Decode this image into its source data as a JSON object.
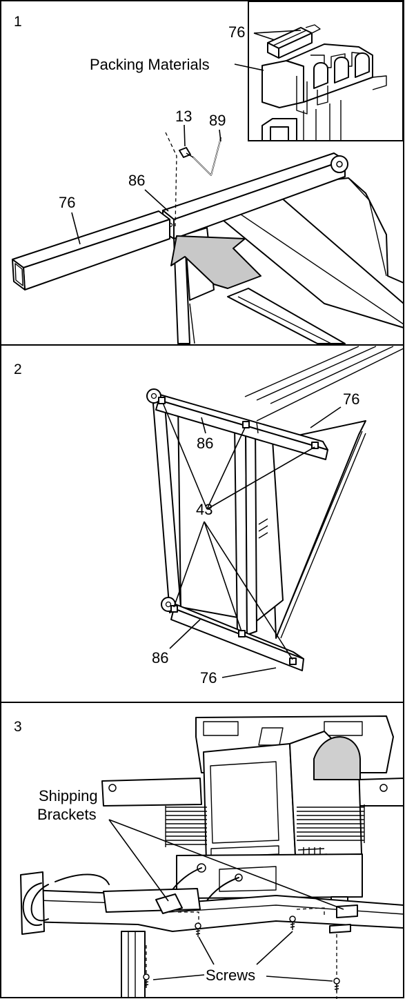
{
  "steps": [
    {
      "number": "1",
      "labels": {
        "part_76_inset": "76",
        "packing_materials": "Packing Materials",
        "part_13": "13",
        "part_89": "89",
        "part_86": "86",
        "part_76": "76"
      }
    },
    {
      "number": "2",
      "labels": {
        "part_86_top": "86",
        "part_76_top": "76",
        "part_43": "43",
        "part_86_bottom": "86",
        "part_76_bottom": "76"
      }
    },
    {
      "number": "3",
      "labels": {
        "shipping_brackets_line1": "Shipping",
        "shipping_brackets_line2": "Brackets",
        "screws": "Screws"
      }
    }
  ],
  "colors": {
    "line": "#000000",
    "background": "#ffffff",
    "arrow_fill": "#c8c8c8"
  }
}
